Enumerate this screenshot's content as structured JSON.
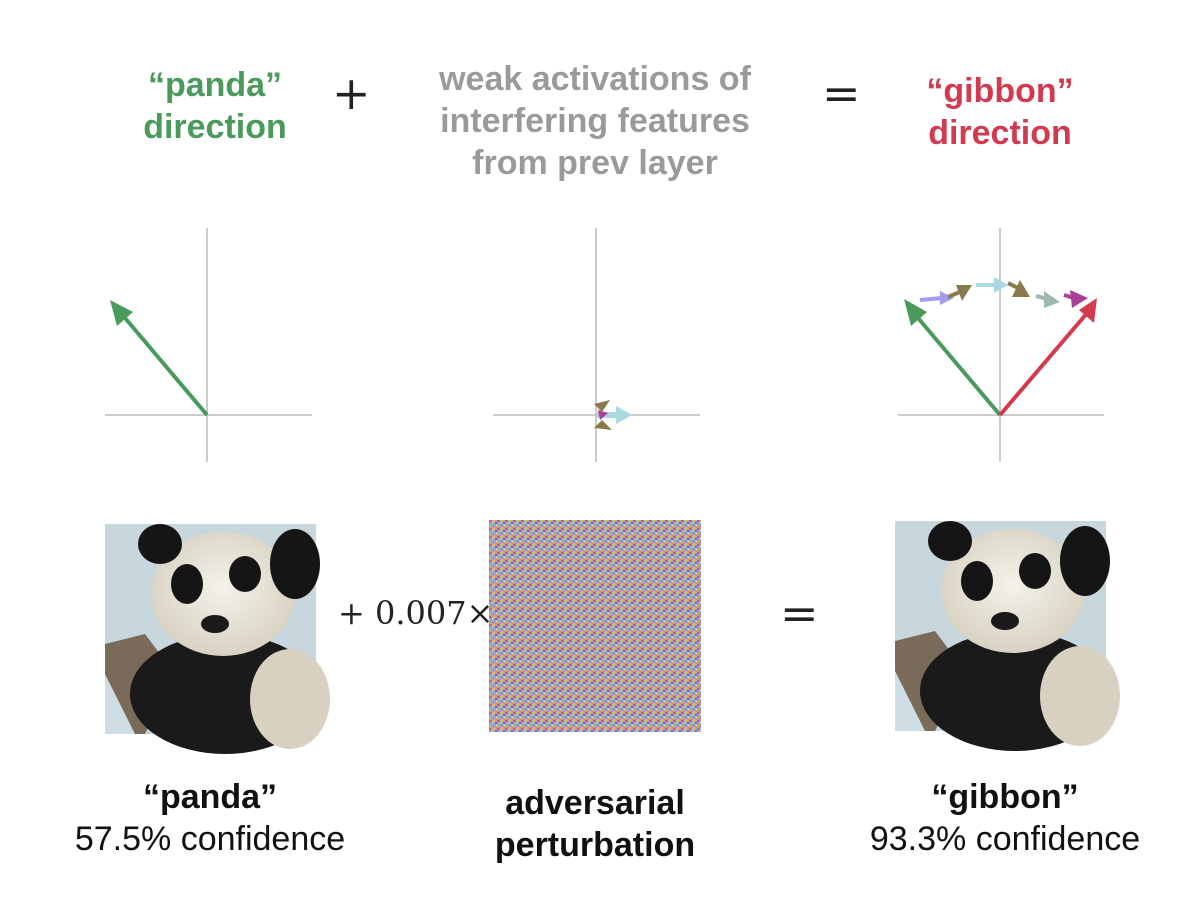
{
  "header": {
    "left": {
      "line1": "“panda”",
      "line2": "direction",
      "color": "#4a9a5c"
    },
    "plus": "+",
    "middle": {
      "line1": "weak activations of",
      "line2": "interfering features",
      "line3": "from prev layer",
      "color": "#9a9a9a"
    },
    "equals": "=",
    "right": {
      "line1": "“gibbon”",
      "line2": "direction",
      "color": "#d13a4f"
    }
  },
  "formula": {
    "multiplier": "+ 0.007×",
    "equals": "="
  },
  "captions": {
    "left": {
      "label": "“panda”",
      "confidence": "57.5% confidence"
    },
    "middle": {
      "line1": "adversarial",
      "line2": "perturbation"
    },
    "right": {
      "label": "“gibbon”",
      "confidence": "93.3% confidence"
    }
  },
  "colors": {
    "panda_arrow": "#4a9a5c",
    "gibbon_arrow": "#d13a4f",
    "axis": "#bbbbbb",
    "feature_arrows": [
      "#a09cf0",
      "#8a7a4a",
      "#a9d8e0",
      "#8a7a4a",
      "#9fb8b0",
      "#a8409a"
    ]
  },
  "images": {
    "left": "panda-photo",
    "middle": "adversarial-noise",
    "right": "panda-photo-perturbed"
  }
}
